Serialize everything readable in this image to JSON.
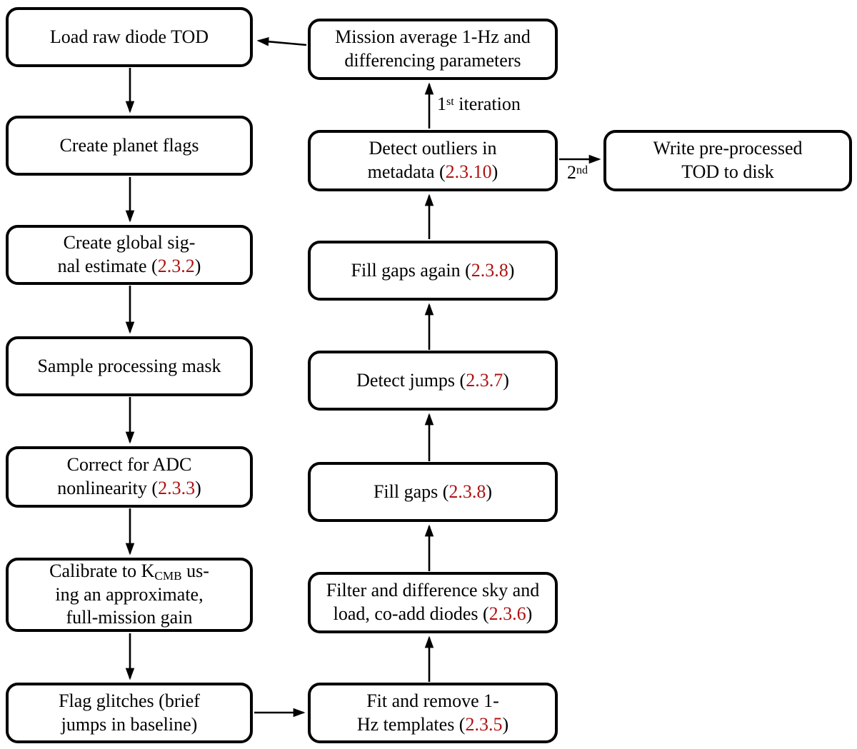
{
  "colors": {
    "ref_red": "#b01212",
    "line_black": "#000000",
    "box_bg": "#ffffff"
  },
  "nodes": {
    "load_raw": {
      "text": "Load raw diode TOD"
    },
    "create_flags": {
      "text": "Create planet flags"
    },
    "global_signal": {
      "l1": "Create global sig-",
      "l2a": "nal estimate (",
      "ref": "2.3.2",
      "l2b": ")"
    },
    "sample_mask": {
      "text": "Sample processing mask"
    },
    "adc": {
      "l1": "Correct for ADC",
      "l2a": "nonlinearity (",
      "ref": "2.3.3",
      "l2b": ")"
    },
    "calibrate": {
      "l1a": "Calibrate to K",
      "l1sub": "CMB",
      "l1b": " us-",
      "l2": "ing an approximate,",
      "l3": "full-mission gain"
    },
    "flag_glitches": {
      "l1": "Flag glitches (brief",
      "l2": "jumps in baseline)"
    },
    "fit_remove": {
      "l1": "Fit and remove 1-",
      "l2a": "Hz templates (",
      "ref": "2.3.5",
      "l2b": ")"
    },
    "filter_diff": {
      "l1": "Filter and difference sky and",
      "l2a": "load, co-add diodes (",
      "ref": "2.3.6",
      "l2b": ")"
    },
    "fill_gaps": {
      "a": "Fill gaps (",
      "ref": "2.3.8",
      "b": ")"
    },
    "detect_jumps": {
      "a": "Detect jumps (",
      "ref": "2.3.7",
      "b": ")"
    },
    "fill_gaps_again": {
      "a": "Fill gaps again (",
      "ref": "2.3.8",
      "b": ")"
    },
    "detect_outliers": {
      "l1": "Detect outliers in",
      "l2a": "metadata (",
      "ref": "2.3.10",
      "l2b": ")"
    },
    "mission_avg": {
      "l1": "Mission average 1-Hz and",
      "l2": "differencing parameters"
    },
    "write_tod": {
      "l1": "Write pre-processed",
      "l2": "TOD to disk"
    }
  },
  "edge_labels": {
    "first_iteration": {
      "num": "1",
      "sup": "st",
      "rest": " iteration"
    },
    "second_pass": {
      "num": "2",
      "sup": "nd"
    }
  }
}
